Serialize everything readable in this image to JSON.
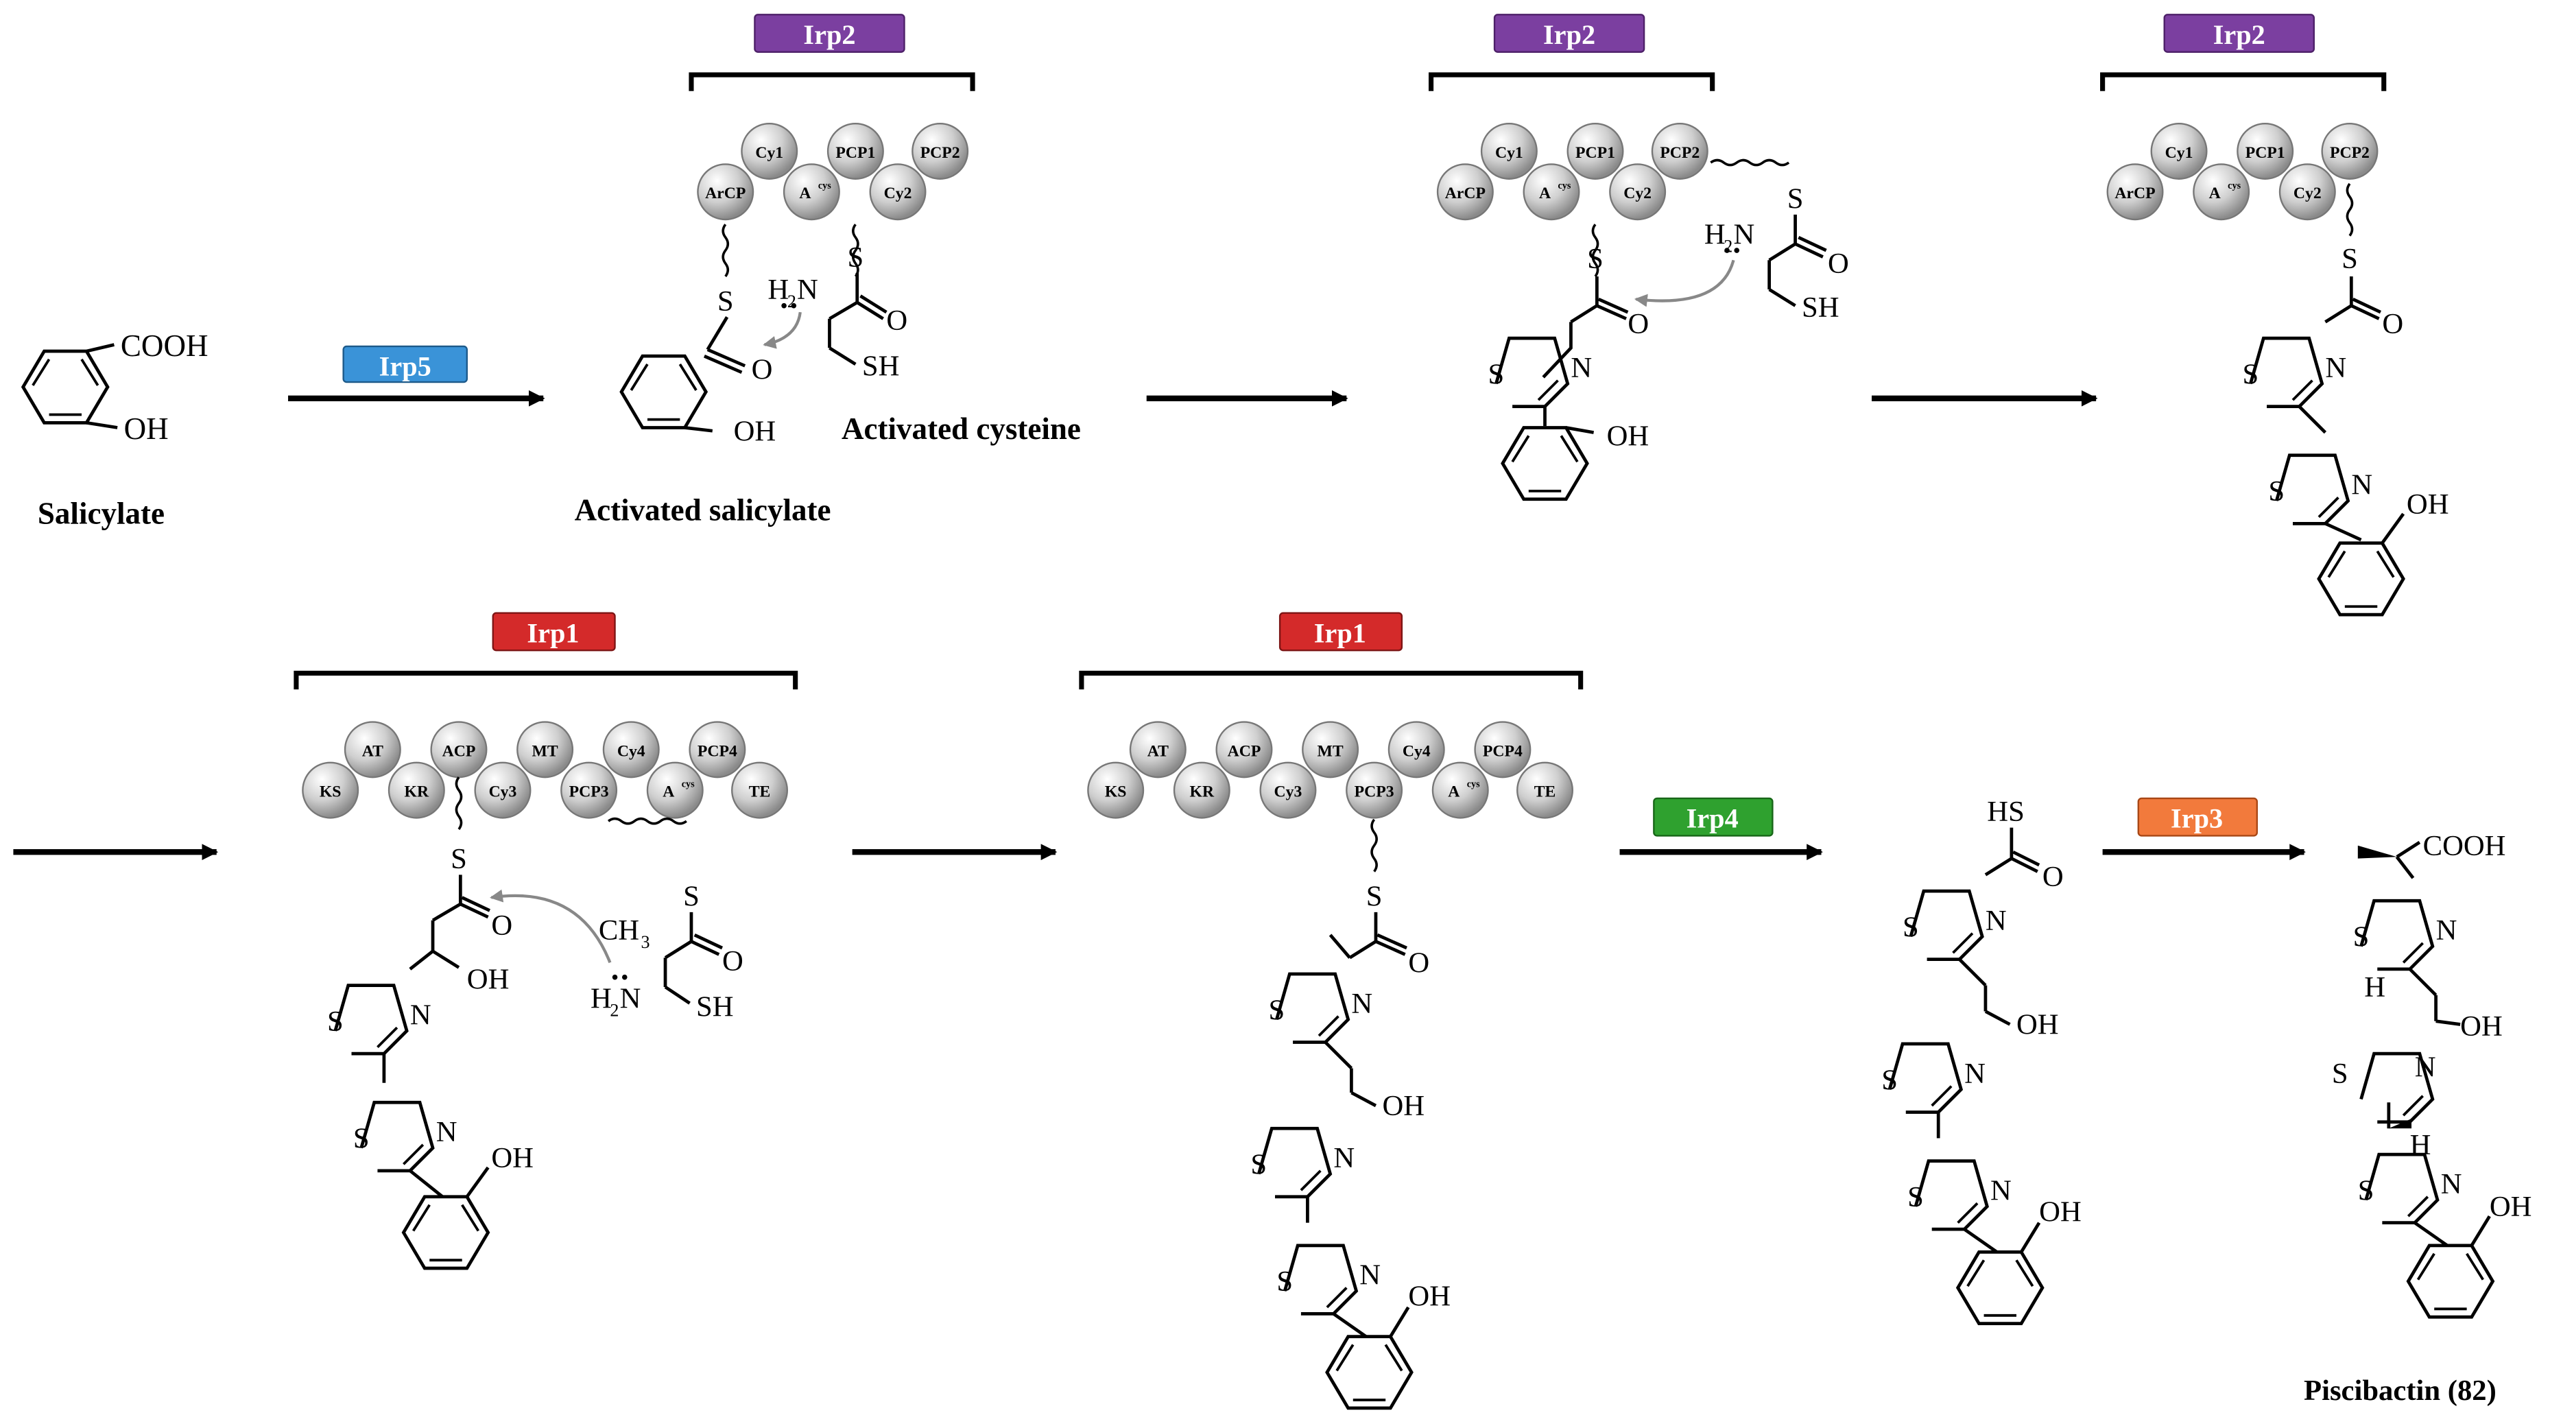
{
  "colors": {
    "irp2": "#7b3fa0",
    "irp5": "#3a93d8",
    "irp1": "#d42a2a",
    "irp4": "#2fa12f",
    "irp3": "#f27a3c"
  },
  "enzymes": {
    "irp2": "Irp2",
    "irp5": "Irp5",
    "irp1": "Irp1",
    "irp4": "Irp4",
    "irp3": "Irp3"
  },
  "domains": {
    "cy1": "Cy1",
    "pcp1": "PCP1",
    "pcp2": "PCP2",
    "arcp": "ArCP",
    "acys": "A",
    "acys_sup": "cys",
    "cy2": "Cy2",
    "at": "AT",
    "acp": "ACP",
    "mt": "MT",
    "cy4": "Cy4",
    "pcp4": "PCP4",
    "ks": "KS",
    "kr": "KR",
    "cy3": "Cy3",
    "pcp3": "PCP3",
    "te": "TE"
  },
  "labels": {
    "salicylate": "Salicylate",
    "activated_salicylate": "Activated salicylate",
    "activated_cysteine": "Activated cysteine",
    "product": "Piscibactin (82)"
  },
  "atoms": {
    "cooh": "COOH",
    "oh": "OH",
    "o": "O",
    "s": "S",
    "n": "N",
    "sh": "SH",
    "hs": "HS",
    "h": "H",
    "h2n": "H",
    "two": "2",
    "nh2": "N",
    "ch3": "CH",
    "three": "3"
  }
}
